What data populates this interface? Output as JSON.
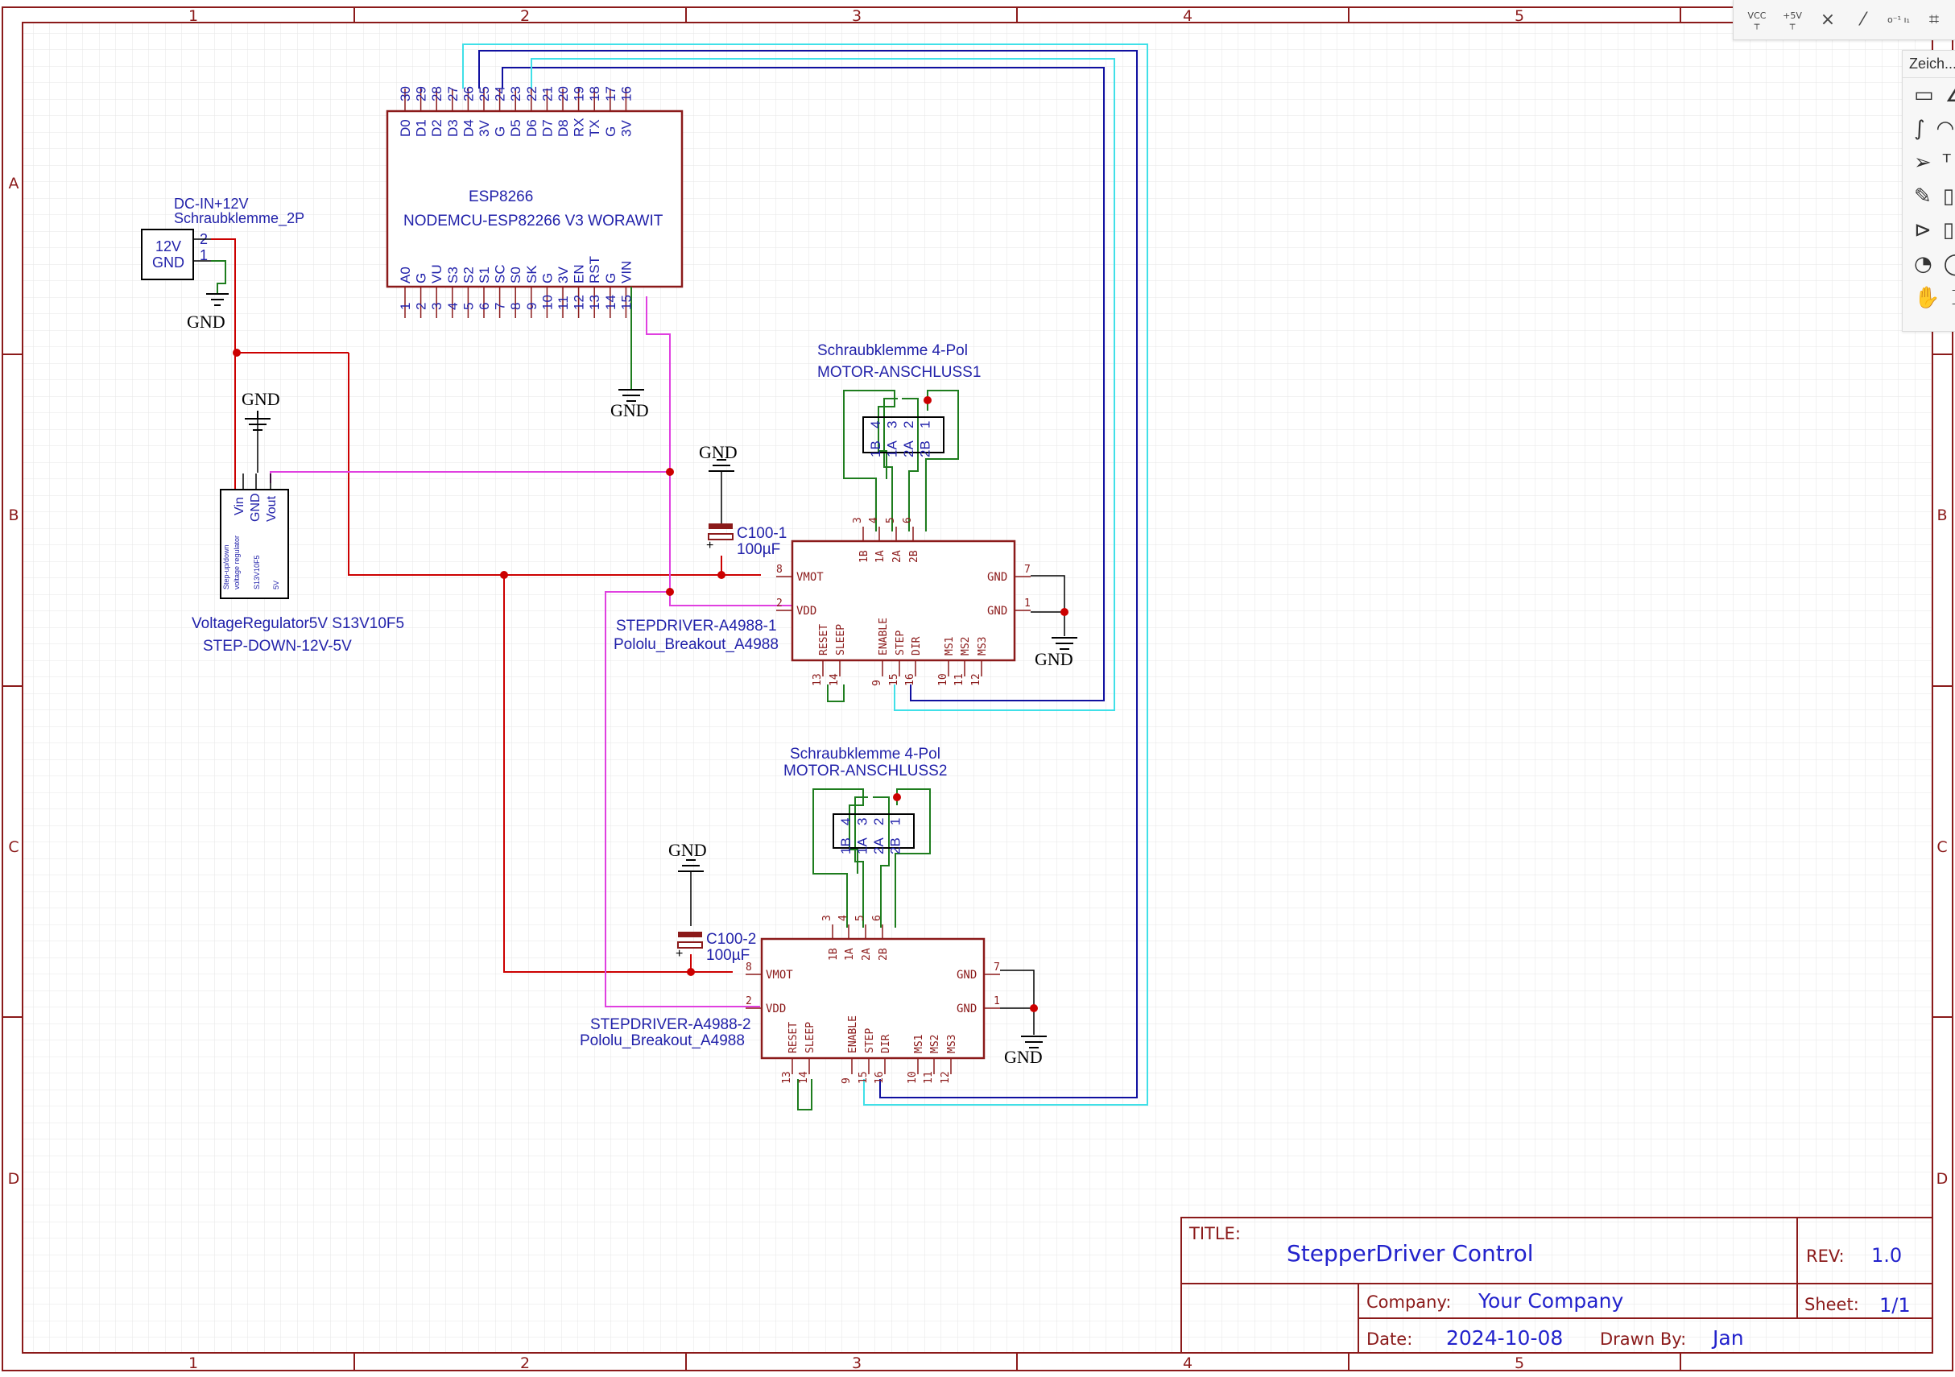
{
  "frame": {
    "columns": [
      "1",
      "2",
      "3",
      "4",
      "5"
    ],
    "rows": [
      "A",
      "B",
      "C",
      "D"
    ]
  },
  "toolbar": {
    "vcc_label": "VCC",
    "plus5v_label": "+5V",
    "close_glyph": "×",
    "wire_glyph": "⁄",
    "pin_label": "o⁻¹ ı₁",
    "net_glyph": "⌗"
  },
  "palette": {
    "title": "Zeich..."
  },
  "components": {
    "dc_in": {
      "ref": "DC-IN+12V",
      "value": "Schraubklemme_2P",
      "pin_names": [
        "12V",
        "GND"
      ],
      "pin_numbers": [
        "2",
        "1"
      ]
    },
    "gnd_label": "GND",
    "esp": {
      "ref": "ESP8266",
      "value": "NODEMCU-ESP82266 V3 WORAWIT",
      "top_pins": [
        "D0",
        "D1",
        "D2",
        "D3",
        "D4",
        "3V",
        "G",
        "D5",
        "D6",
        "D7",
        "D8",
        "RX",
        "TX",
        "G",
        "3V"
      ],
      "top_nums": [
        "30",
        "29",
        "28",
        "27",
        "26",
        "25",
        "24",
        "23",
        "22",
        "21",
        "20",
        "19",
        "18",
        "17",
        "16"
      ],
      "bottom_pins": [
        "A0",
        "G",
        "VU",
        "S3",
        "S2",
        "S1",
        "SC",
        "S0",
        "SK",
        "G",
        "3V",
        "EN",
        "RST",
        "G",
        "VIN"
      ],
      "bottom_nums": [
        "1",
        "2",
        "3",
        "4",
        "5",
        "6",
        "7",
        "8",
        "9",
        "10",
        "11",
        "12",
        "13",
        "14",
        "15"
      ]
    },
    "regulator": {
      "ref": "VoltageRegulator5V S13V10F5",
      "value": "STEP-DOWN-12V-5V",
      "pins": [
        "Vin",
        "GND",
        "Vout"
      ],
      "body_lines": [
        "Step-up/down",
        "voltage regulator",
        "S13V10F5",
        "5V"
      ]
    },
    "motor1": {
      "title": "Schraubklemme 4-Pol",
      "ref": "MOTOR-ANSCHLUSS1",
      "pins": [
        "1B",
        "1A",
        "2A",
        "2B"
      ],
      "nums": [
        "4",
        "3",
        "2",
        "1"
      ]
    },
    "motor2": {
      "title": "Schraubklemme 4-Pol",
      "ref": "MOTOR-ANSCHLUSS2",
      "pins": [
        "1B",
        "1A",
        "2A",
        "2B"
      ],
      "nums": [
        "4",
        "3",
        "2",
        "1"
      ]
    },
    "cap1": {
      "ref": "C100-1",
      "value": "100µF"
    },
    "cap2": {
      "ref": "C100-2",
      "value": "100µF"
    },
    "driver1": {
      "ref": "STEPDRIVER-A4988-1",
      "value": "Pololu_Breakout_A4988"
    },
    "driver2": {
      "ref": "STEPDRIVER-A4988-2",
      "value": "Pololu_Breakout_A4988"
    },
    "driver_pins": {
      "top_names": [
        "1B",
        "1A",
        "2A",
        "2B"
      ],
      "top_nums": [
        "3",
        "4",
        "5",
        "6"
      ],
      "left_names": [
        "VMOT",
        "VDD"
      ],
      "left_nums": [
        "8",
        "2"
      ],
      "right_names": [
        "GND",
        "GND"
      ],
      "right_nums": [
        "7",
        "1"
      ],
      "bottom_names": [
        "RESET",
        "SLEEP",
        "ENABLE",
        "STEP",
        "DIR",
        "MS1",
        "MS2",
        "MS3"
      ],
      "bottom_nums": [
        "13",
        "14",
        "9",
        "15",
        "16",
        "10",
        "11",
        "12"
      ]
    }
  },
  "title_block": {
    "title_label": "TITLE:",
    "title_value": "StepperDriver Control",
    "rev_label": "REV:",
    "rev_value": "1.0",
    "company_label": "Company:",
    "company_value": "Your Company",
    "sheet_label": "Sheet:",
    "sheet_value": "1/1",
    "date_label": "Date:",
    "date_value": "2024-10-08",
    "drawn_label": "Drawn By:",
    "drawn_value": "Jan"
  },
  "colors": {
    "frame": "#8b1a1a",
    "grid": "#e4e4e4",
    "net_red": "#cc0000",
    "net_green": "#1e7d1e",
    "net_magenta": "#e040e0",
    "net_blue": "#1010a0",
    "net_cyan": "#40e0e8",
    "label_blue": "#2222aa",
    "junction": "#cc0000"
  }
}
